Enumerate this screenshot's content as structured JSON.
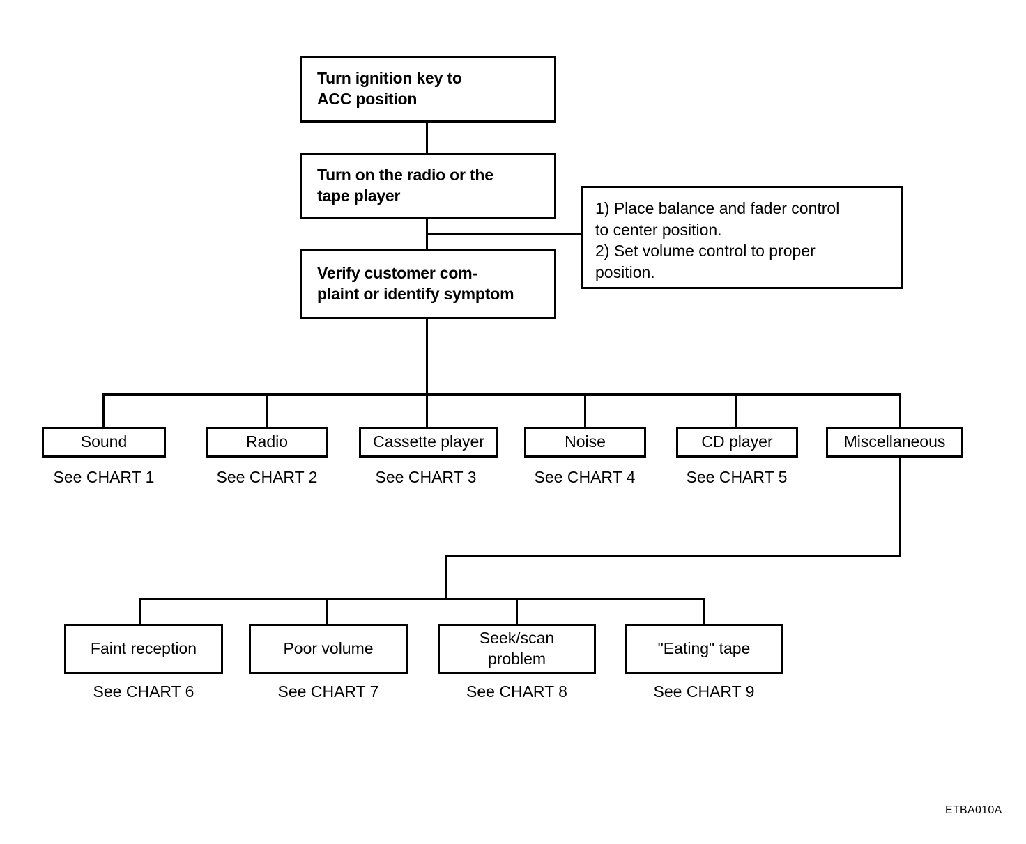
{
  "figure": {
    "code": "ETBA010A",
    "type": "troubleshooting-flowchart"
  },
  "process_steps": [
    {
      "id": "step-ignition",
      "text": "Turn ignition key to\nACC position"
    },
    {
      "id": "step-turn-on",
      "text": "Turn on the radio or the\ntape player"
    },
    {
      "id": "step-verify",
      "text": "Verify customer com-\nplaint  or identify symptom"
    }
  ],
  "note": {
    "id": "note-preconditions",
    "lines": [
      "1) Place balance and fader control",
      "    to center position.",
      "2) Set volume control to proper",
      "    position."
    ],
    "text": "1) Place balance and fader control\n     to center position.\n2) Set volume control to proper\n     position."
  },
  "categories": [
    {
      "id": "cat-sound",
      "label": "Sound",
      "chart": "See CHART 1"
    },
    {
      "id": "cat-radio",
      "label": "Radio",
      "chart": "See CHART 2"
    },
    {
      "id": "cat-cassette-player",
      "label": "Cassette player",
      "chart": "See CHART 3"
    },
    {
      "id": "cat-noise",
      "label": "Noise",
      "chart": "See CHART 4"
    },
    {
      "id": "cat-cd-player",
      "label": "CD player",
      "chart": "See CHART 5"
    },
    {
      "id": "cat-miscellaneous",
      "label": "Miscellaneous",
      "chart": ""
    }
  ],
  "misc_symptoms": [
    {
      "id": "sym-faint-reception",
      "label": "Faint reception",
      "chart": "See CHART 6"
    },
    {
      "id": "sym-poor-volume",
      "label": "Poor volume",
      "chart": "See CHART 7"
    },
    {
      "id": "sym-seek-scan",
      "label": "Seek/scan\nproblem",
      "chart": "See CHART 8"
    },
    {
      "id": "sym-eating-tape",
      "label": "\"Eating\" tape",
      "chart": "See CHART 9"
    }
  ],
  "colors": {
    "line": "#000000",
    "background": "#ffffff",
    "text": "#000000"
  },
  "chart_data": {
    "type": "diagram",
    "title": "Audio system troubleshooting flowchart",
    "nodes": [
      "Turn ignition key to ACC position",
      "Turn on the radio or the tape player",
      "Verify customer complaint or identify symptom",
      "Sound",
      "Radio",
      "Cassette player",
      "Noise",
      "CD player",
      "Miscellaneous",
      "Faint reception",
      "Poor volume",
      "Seek/scan problem",
      "\"Eating\" tape"
    ],
    "edges": [
      [
        "Turn ignition key to ACC position",
        "Turn on the radio or the tape player"
      ],
      [
        "Turn on the radio or the tape player",
        "Verify customer complaint or identify symptom"
      ],
      [
        "Verify customer complaint or identify symptom",
        "Sound"
      ],
      [
        "Verify customer complaint or identify symptom",
        "Radio"
      ],
      [
        "Verify customer complaint or identify symptom",
        "Cassette player"
      ],
      [
        "Verify customer complaint or identify symptom",
        "Noise"
      ],
      [
        "Verify customer complaint or identify symptom",
        "CD player"
      ],
      [
        "Verify customer complaint or identify symptom",
        "Miscellaneous"
      ],
      [
        "Miscellaneous",
        "Faint reception"
      ],
      [
        "Miscellaneous",
        "Poor volume"
      ],
      [
        "Miscellaneous",
        "Seek/scan problem"
      ],
      [
        "Miscellaneous",
        "\"Eating\" tape"
      ]
    ]
  }
}
